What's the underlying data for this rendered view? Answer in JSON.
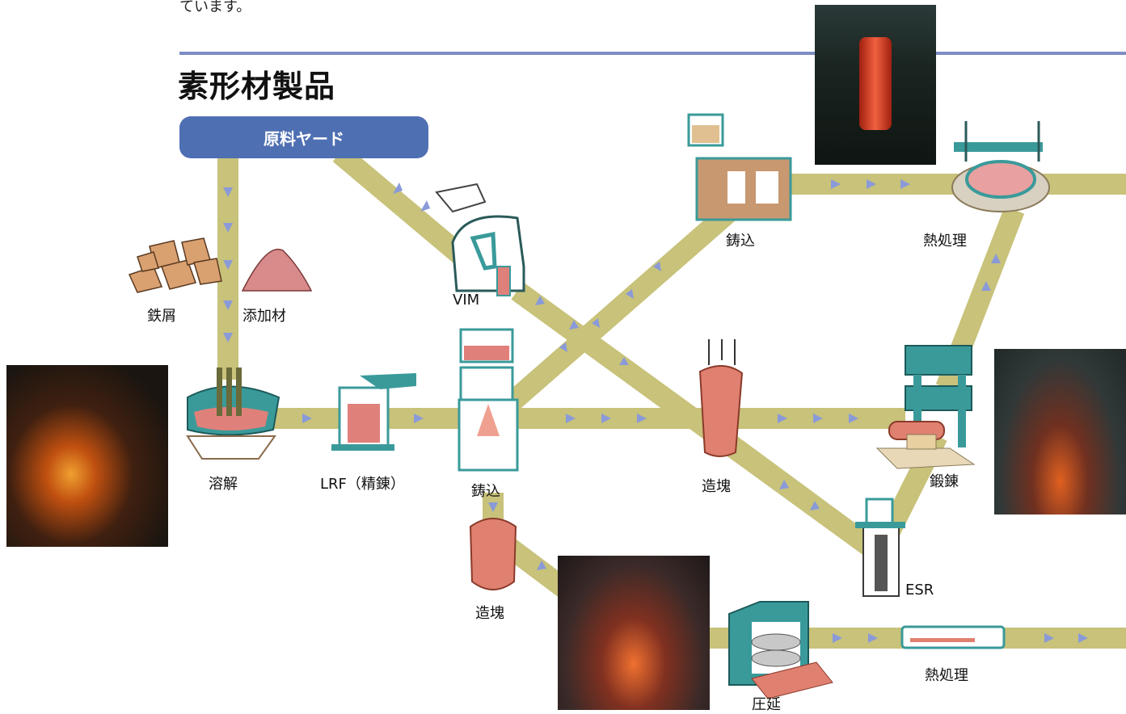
{
  "header": {
    "top_text": "ています。",
    "title": "素形材製品"
  },
  "raw_material_yard": "原料ヤード",
  "labels": {
    "scrap": "鉄屑",
    "additive": "添加材",
    "melting": "溶解",
    "lrf": "LRF（精錬）",
    "casting_main": "鋳込",
    "casting_top": "鋳込",
    "vim": "VIM",
    "heat_treatment_top": "熱処理",
    "ingot_mid": "造塊",
    "forging": "鍛錬",
    "esr": "ESR",
    "ingot_bottom": "造塊",
    "rolling": "圧延",
    "heat_treatment_bottom": "熱処理"
  },
  "colors": {
    "path": "#c8c27a",
    "arrow": "#8a9ad8",
    "rule": "#7d8cc4",
    "yard": "#4f6fb3",
    "equipment": "#3a9a9a",
    "molten": "#e0807a"
  }
}
